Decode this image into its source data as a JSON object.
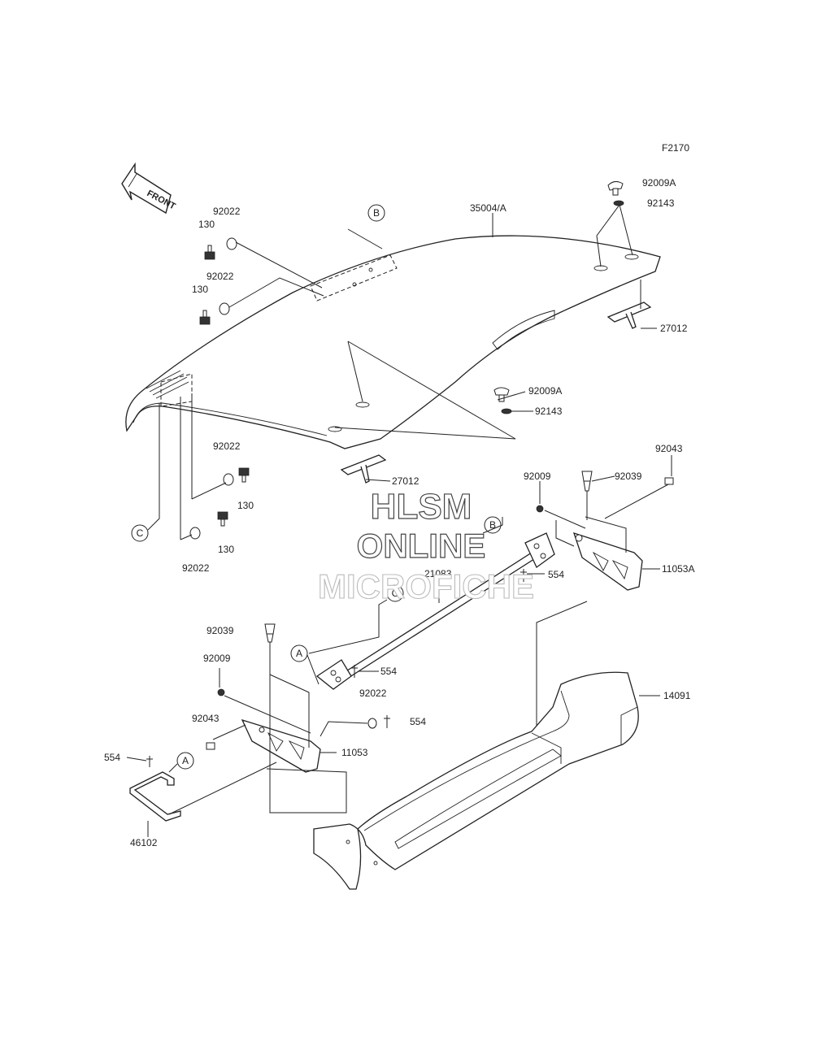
{
  "figure_code": "F2170",
  "front_label": "FRONT",
  "watermark": {
    "line1": "HLSM",
    "line2": "ONLINE",
    "line3": "MICROFICHE"
  },
  "ref_marks": {
    "A": "A",
    "B": "B",
    "C": "C"
  },
  "parts": {
    "p35004A": "35004/A",
    "p92009A_top": "92009A",
    "p92143_top": "92143",
    "p27012_right": "27012",
    "p92009A_mid": "92009A",
    "p92143_mid": "92143",
    "p27012_mid": "27012",
    "p92022_1": "92022",
    "p130_1": "130",
    "p92022_2": "92022",
    "p130_2": "130",
    "p92022_3": "92022",
    "p130_3": "130",
    "p130_4": "130",
    "p92022_4": "92022",
    "p92043_right": "92043",
    "p92009_right": "92009",
    "p92039_right": "92039",
    "p11053A": "11053A",
    "p21083": "21083",
    "p554_a": "554",
    "p92039_left": "92039",
    "p554_b": "554",
    "p92009_left": "92009",
    "p92022_5": "92022",
    "p554_c": "554",
    "p92043_left": "92043",
    "p11053": "11053",
    "p554_d": "554",
    "p46102": "46102",
    "p14091": "14091"
  }
}
